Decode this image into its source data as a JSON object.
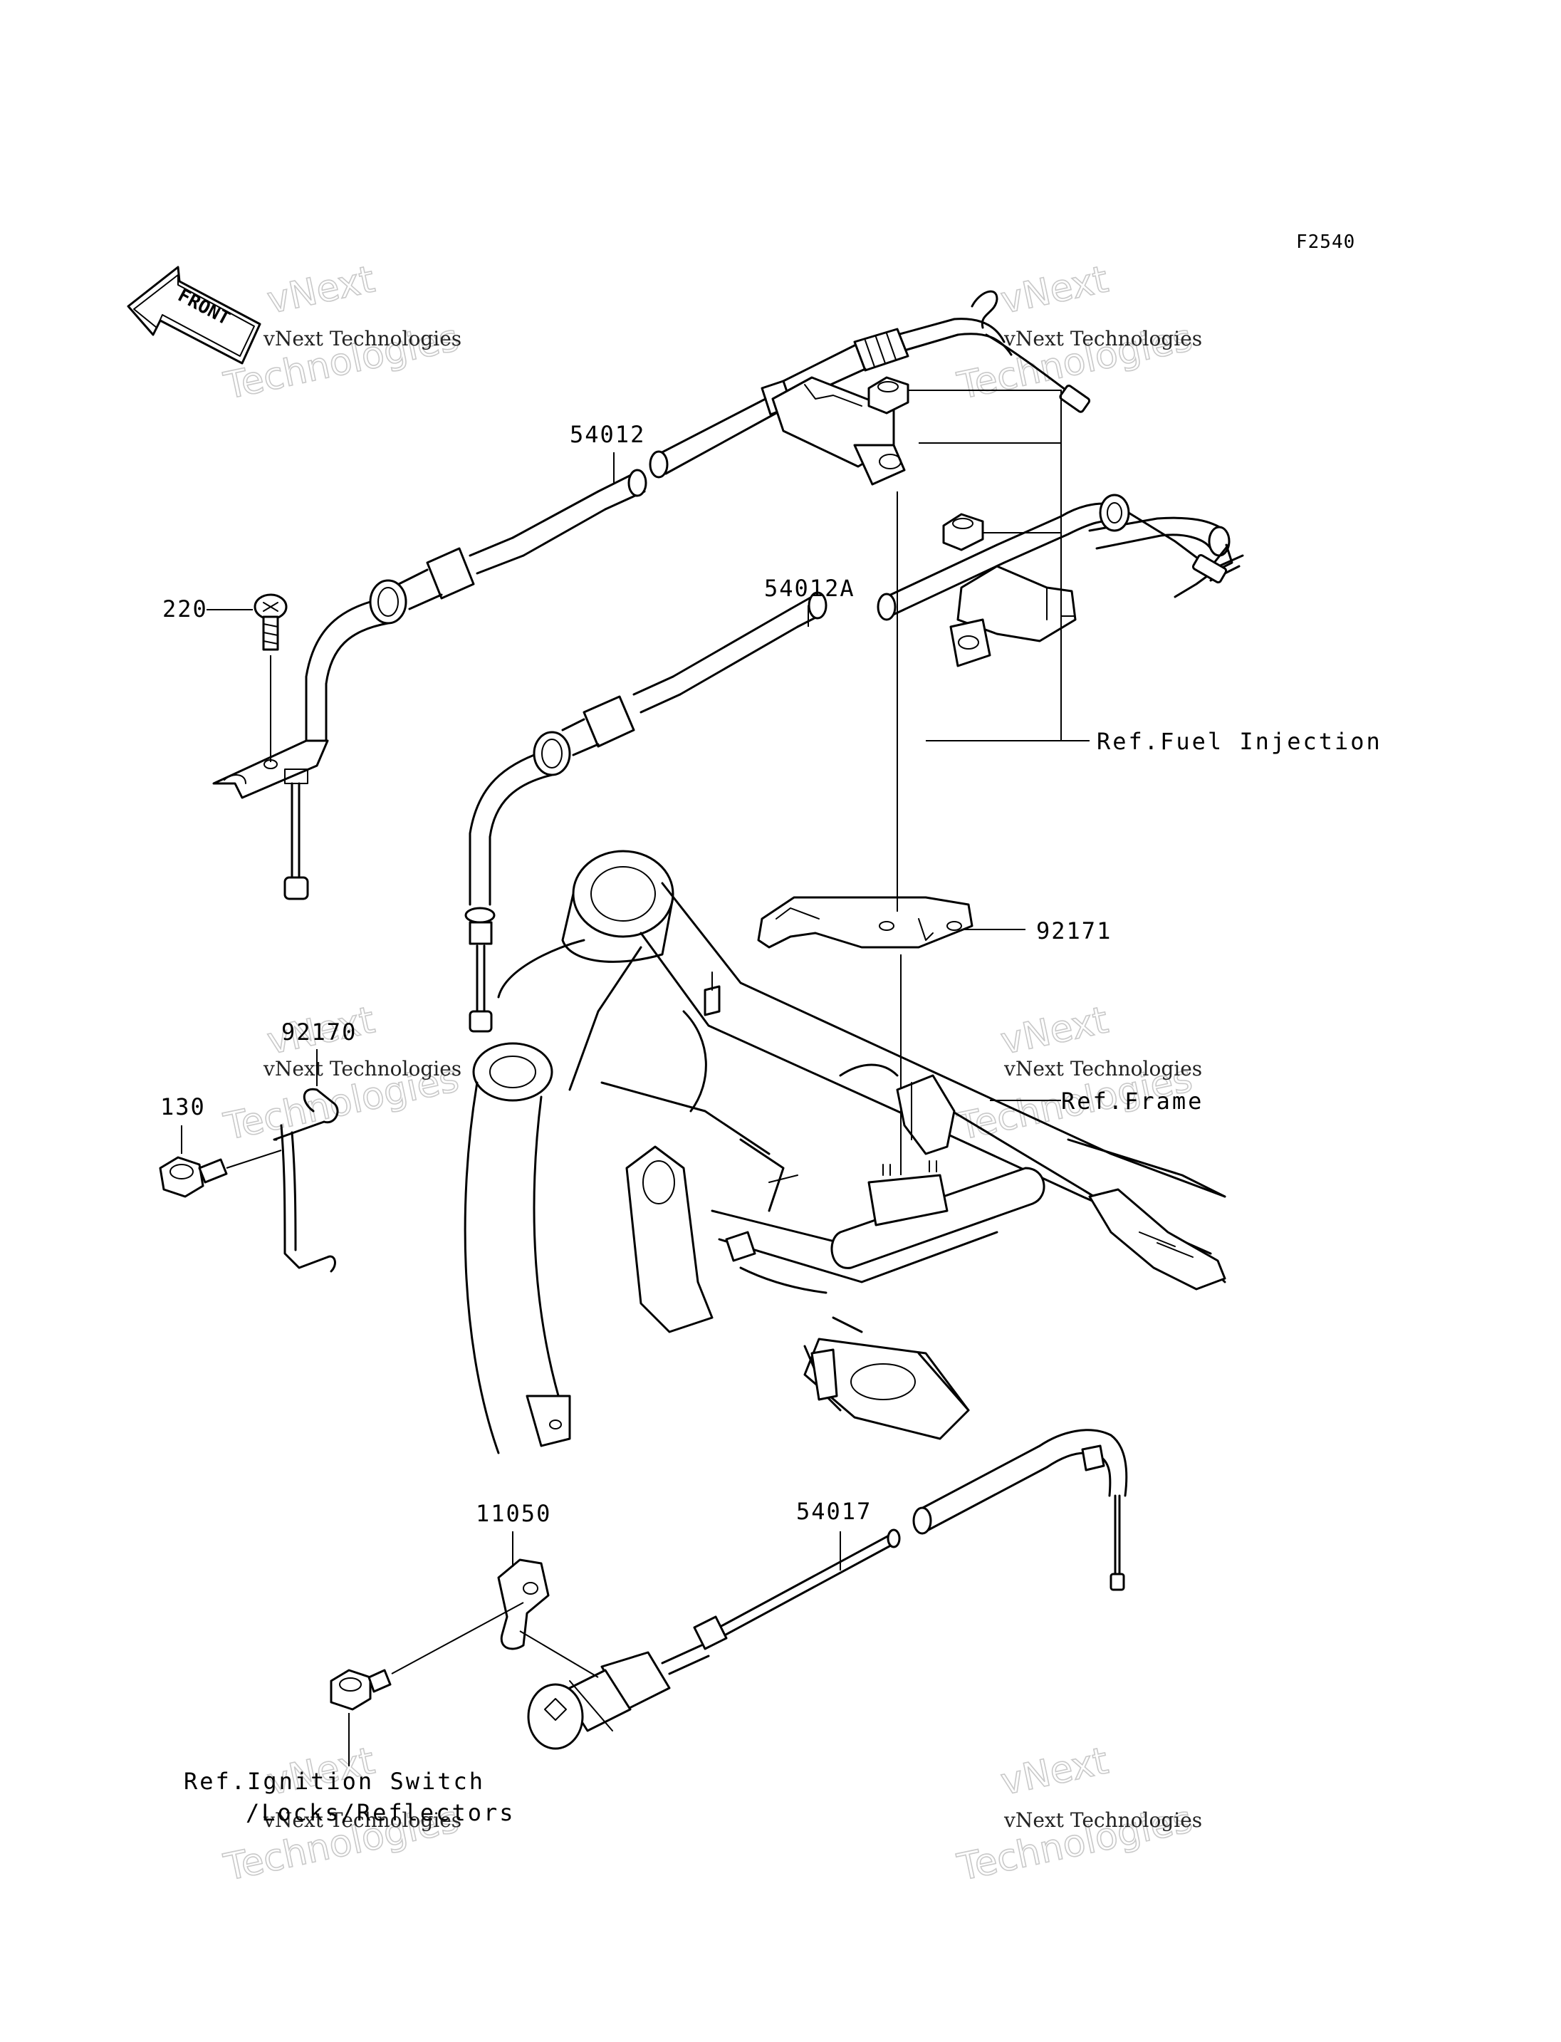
{
  "diagram_code": "F2540",
  "front_label": "FRONT",
  "parts": {
    "p54012": "54012",
    "p54012A": "54012A",
    "p220": "220",
    "p92170": "92170",
    "p130": "130",
    "p92171": "92171",
    "p11050": "11050",
    "p54017": "54017"
  },
  "refs": {
    "fuel_injection": "Ref.Fuel Injection",
    "frame": "Ref.Frame",
    "ignition_line1": "Ref.Ignition Switch",
    "ignition_line2": "/Locks/Reflectors"
  },
  "watermark": {
    "company": "vNext Technologies",
    "line1": "vNext",
    "line2": "Technologies"
  }
}
